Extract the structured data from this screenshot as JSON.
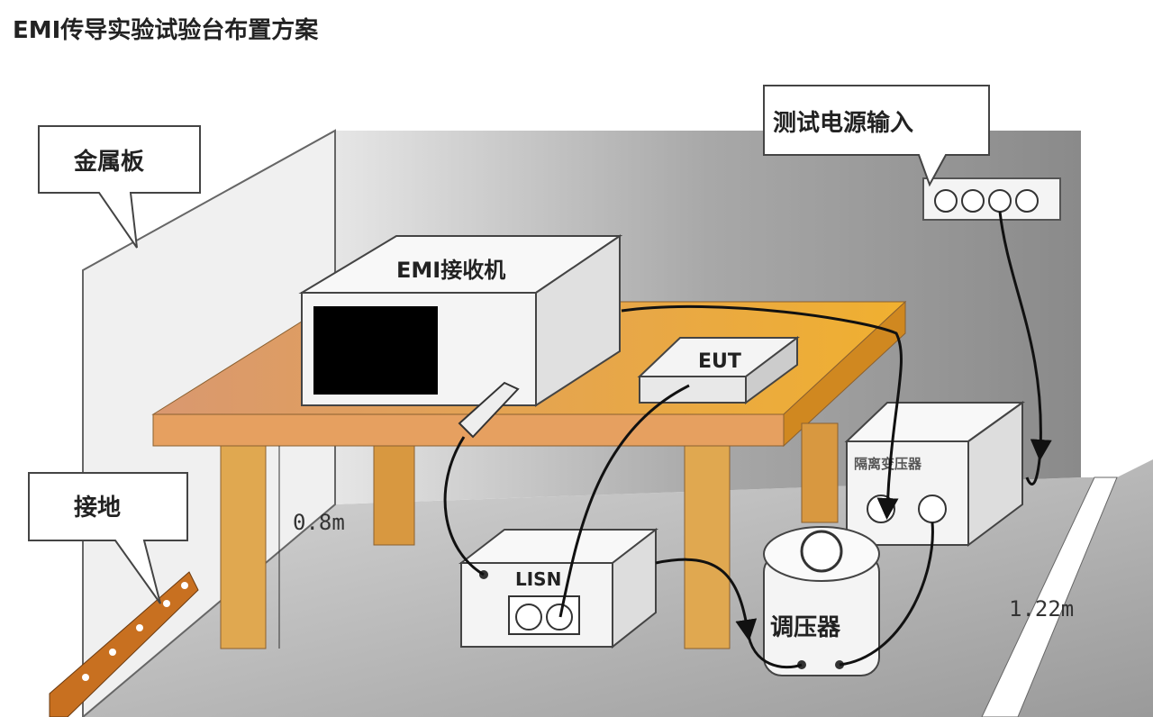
{
  "title": "EMI传导实验试验台布置方案",
  "callouts": {
    "metal_plate": "金属板",
    "power_input": "测试电源输入",
    "ground": "接地"
  },
  "equipment": {
    "receiver": "EMI接收机",
    "eut": "EUT",
    "lisn": "LISN",
    "isolation_transformer": "隔离变压器",
    "regulator": "调压器"
  },
  "dimensions": {
    "table_height": "0.8m",
    "floor_distance": "1.22m"
  },
  "colors": {
    "table": "#e8a04a",
    "leg": "#e0a850",
    "wall": "#b5b5b5",
    "ground_strap": "#c87020"
  }
}
